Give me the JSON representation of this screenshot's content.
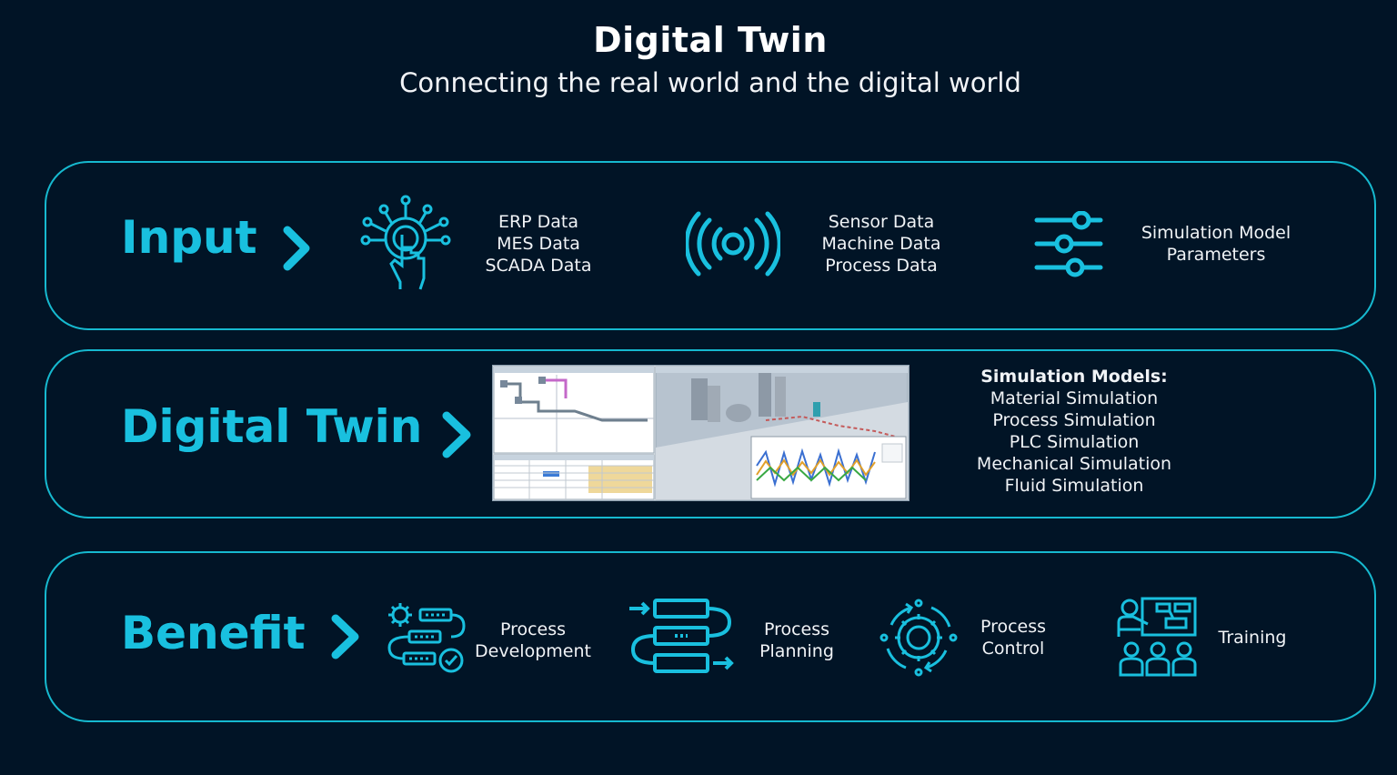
{
  "header": {
    "title": "Digital Twin",
    "subtitle": "Connecting the real world and the digital world"
  },
  "input": {
    "heading": "Input",
    "groups": [
      {
        "icon": "touch-network-icon",
        "lines": [
          "ERP Data",
          "MES Data",
          "SCADA Data"
        ]
      },
      {
        "icon": "signal-broadcast-icon",
        "lines": [
          "Sensor Data",
          "Machine Data",
          "Process Data"
        ]
      },
      {
        "icon": "sliders-icon",
        "lines": [
          "Simulation Model",
          "Parameters"
        ]
      }
    ]
  },
  "digital_twin": {
    "heading": "Digital Twin",
    "models_title": "Simulation Models:",
    "models": [
      "Material Simulation",
      "Process Simulation",
      "PLC Simulation",
      "Mechanical Simulation",
      "Fluid Simulation"
    ]
  },
  "benefit": {
    "heading": "Benefit",
    "items": [
      {
        "icon": "process-development-icon",
        "lines": [
          "Process",
          "Development"
        ]
      },
      {
        "icon": "process-planning-icon",
        "lines": [
          "Process",
          "Planning"
        ]
      },
      {
        "icon": "gear-cycle-icon",
        "lines": [
          "Process",
          "Control"
        ]
      },
      {
        "icon": "training-icon",
        "lines": [
          "Training"
        ]
      }
    ]
  },
  "colors": {
    "accent": "#19c0df",
    "background": "#011426",
    "border": "#16b9cf"
  }
}
